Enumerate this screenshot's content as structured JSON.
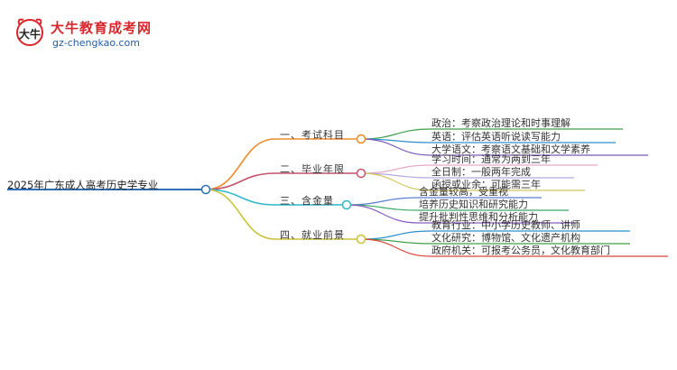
{
  "logo": {
    "title": "大牛教育成考网",
    "url": "gz-chengkao.com",
    "mark_text": "大牛"
  },
  "root": {
    "label": "2025年广东成人高考历史学专业"
  },
  "branches": [
    {
      "label": "一、考试科目",
      "color": "#f08a2b",
      "leaves": [
        {
          "text": "政治：考察政治理论和时事理解",
          "color": "#3f9e48"
        },
        {
          "text": "英语：评估英语听说读写能力",
          "color": "#2f8fcf"
        },
        {
          "text": "大学语文：考察语文基础和文学素养",
          "color": "#7b57b8"
        }
      ]
    },
    {
      "label": "二、毕业年限",
      "color": "#c2556b",
      "leaves": [
        {
          "text": "学习时间：通常为两到三年",
          "color": "#e6a9c4"
        },
        {
          "text": "全日制：一般两年完成",
          "color": "#b6a8e0"
        },
        {
          "text": "函授或业余：可能需三年",
          "color": "#d8c45a"
        }
      ]
    },
    {
      "label": "三、含金量",
      "color": "#2fb7c9",
      "leaves": [
        {
          "text": "含金量较高，受重视",
          "color": "#5a7fd0"
        },
        {
          "text": "培养历史知识和研究能力",
          "color": "#3aa86a"
        },
        {
          "text": "提升批判性思维和分析能力",
          "color": "#8a5fc0"
        }
      ]
    },
    {
      "label": "四、就业前景",
      "color": "#c9c23a",
      "leaves": [
        {
          "text": "教育行业：中小学历史教师、讲师",
          "color": "#2f8fcf"
        },
        {
          "text": "文化研究：博物馆、文化遗产机构",
          "color": "#3f9e48"
        },
        {
          "text": "政府机关：可报考公务员，文化教育部门",
          "color": "#d8433a"
        }
      ]
    }
  ]
}
